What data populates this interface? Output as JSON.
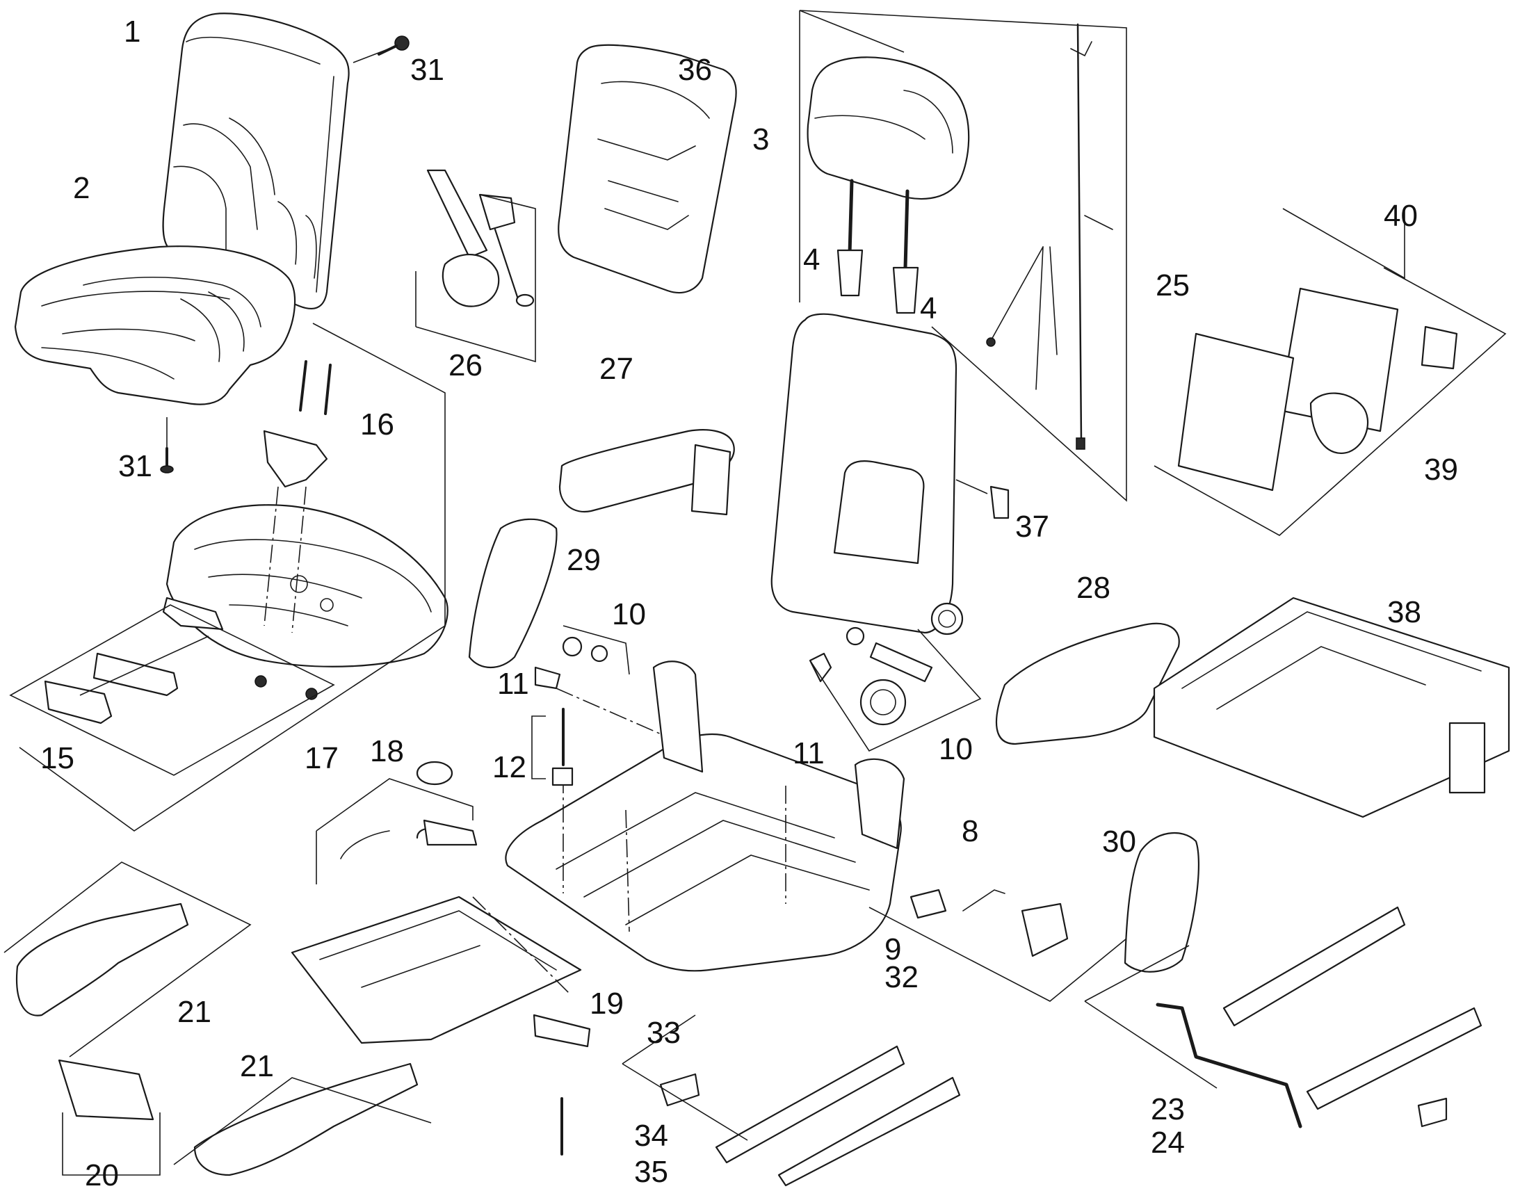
{
  "diagram": {
    "callouts": [
      {
        "key": "c1",
        "text": "1"
      },
      {
        "key": "c2",
        "text": "2"
      },
      {
        "key": "c3",
        "text": "3"
      },
      {
        "key": "c4a",
        "text": "4"
      },
      {
        "key": "c4b",
        "text": "4"
      },
      {
        "key": "c8",
        "text": "8"
      },
      {
        "key": "c9",
        "text": "9"
      },
      {
        "key": "c10a",
        "text": "10"
      },
      {
        "key": "c10b",
        "text": "10"
      },
      {
        "key": "c11a",
        "text": "11"
      },
      {
        "key": "c11b",
        "text": "11"
      },
      {
        "key": "c12",
        "text": "12"
      },
      {
        "key": "c15",
        "text": "15"
      },
      {
        "key": "c16",
        "text": "16"
      },
      {
        "key": "c17",
        "text": "17"
      },
      {
        "key": "c18",
        "text": "18"
      },
      {
        "key": "c19",
        "text": "19"
      },
      {
        "key": "c20",
        "text": "20"
      },
      {
        "key": "c21a",
        "text": "21"
      },
      {
        "key": "c21b",
        "text": "21"
      },
      {
        "key": "c23",
        "text": "23"
      },
      {
        "key": "c24",
        "text": "24"
      },
      {
        "key": "c25",
        "text": "25"
      },
      {
        "key": "c26",
        "text": "26"
      },
      {
        "key": "c27",
        "text": "27"
      },
      {
        "key": "c28",
        "text": "28"
      },
      {
        "key": "c29",
        "text": "29"
      },
      {
        "key": "c30",
        "text": "30"
      },
      {
        "key": "c31a",
        "text": "31"
      },
      {
        "key": "c31b",
        "text": "31"
      },
      {
        "key": "c32",
        "text": "32"
      },
      {
        "key": "c33",
        "text": "33"
      },
      {
        "key": "c34",
        "text": "34"
      },
      {
        "key": "c35",
        "text": "35"
      },
      {
        "key": "c36",
        "text": "36"
      },
      {
        "key": "c37",
        "text": "37"
      },
      {
        "key": "c38",
        "text": "38"
      },
      {
        "key": "c39",
        "text": "39"
      },
      {
        "key": "c40",
        "text": "40"
      }
    ]
  }
}
